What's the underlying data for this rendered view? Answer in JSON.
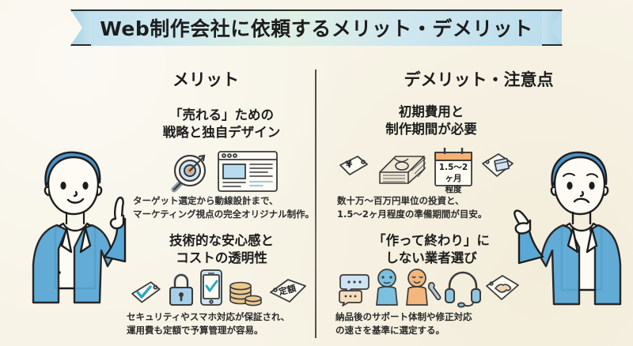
{
  "page": {
    "background_color": "#f7f3e6",
    "title": "Web制作会社に依頼するメリット・デメリット"
  },
  "columns": {
    "left": {
      "header": "メリット",
      "header_highlight_color": "#a7d5ea",
      "blocks": [
        {
          "title_line1": "「売れる」ための",
          "title_line2": "戦略と独自デザイン",
          "highlight_color": "#c3e0ef",
          "icons": [
            "target-magnifier-icon",
            "browser-window-icon"
          ],
          "caption_line1": "ターゲット選定から動線設計まで、",
          "caption_line2": "マーケティング視点の完全オリジナル制作。"
        },
        {
          "title_line1": "技術的な安心感と",
          "title_line2": "コストの透明性",
          "highlight_color": "#bfe0d4",
          "icons": [
            "check-tag-icon",
            "padlock-icon",
            "smartphone-check-icon",
            "coin-stack-icon",
            "flat-rate-tag-icon"
          ],
          "tag_label": "定額",
          "caption_line1": "セキュリティやスマホ対応が保証され、",
          "caption_line2": "運用費も定額で予算管理が容易。"
        }
      ]
    },
    "right": {
      "header": "デメリット・注意点",
      "header_highlight_color": "#f7c89a",
      "blocks": [
        {
          "title_line1": "初期費用と",
          "title_line2": "制作期間が必要",
          "highlight_color": "#f7c89a",
          "icons": [
            "yen-tag-icon",
            "cash-bundle-icon",
            "calendar-icon",
            "calendar-tag-icon"
          ],
          "calendar_line1": "1.5〜2ヶ月",
          "calendar_line2": "程度",
          "caption_line1": "数十万〜百万円単位の投資と、",
          "caption_line2": "1.5〜2ヶ月程度の準備期間が目安。"
        },
        {
          "title_line1": "「作って終わり」に",
          "title_line2": "しない業者選び",
          "highlight_color": "#f7c89a",
          "icons": [
            "speech-bubbles-icon",
            "person-blue-icon",
            "person-orange-wrench-icon",
            "headset-icon",
            "handshake-tag-icon"
          ],
          "caption_line1": "納品後のサポート体制や修正対応",
          "caption_line2": "の速さを基準に選定する。"
        }
      ]
    }
  },
  "characters": {
    "left": {
      "name": "man-pointing-up",
      "expression": "smiling",
      "jacket_color": "#5aa8d6",
      "hair_color": "#3f86bf"
    },
    "right": {
      "name": "man-open-palm",
      "expression": "worried",
      "jacket_color": "#5aa8d6",
      "hair_color": "#3f86bf"
    }
  }
}
